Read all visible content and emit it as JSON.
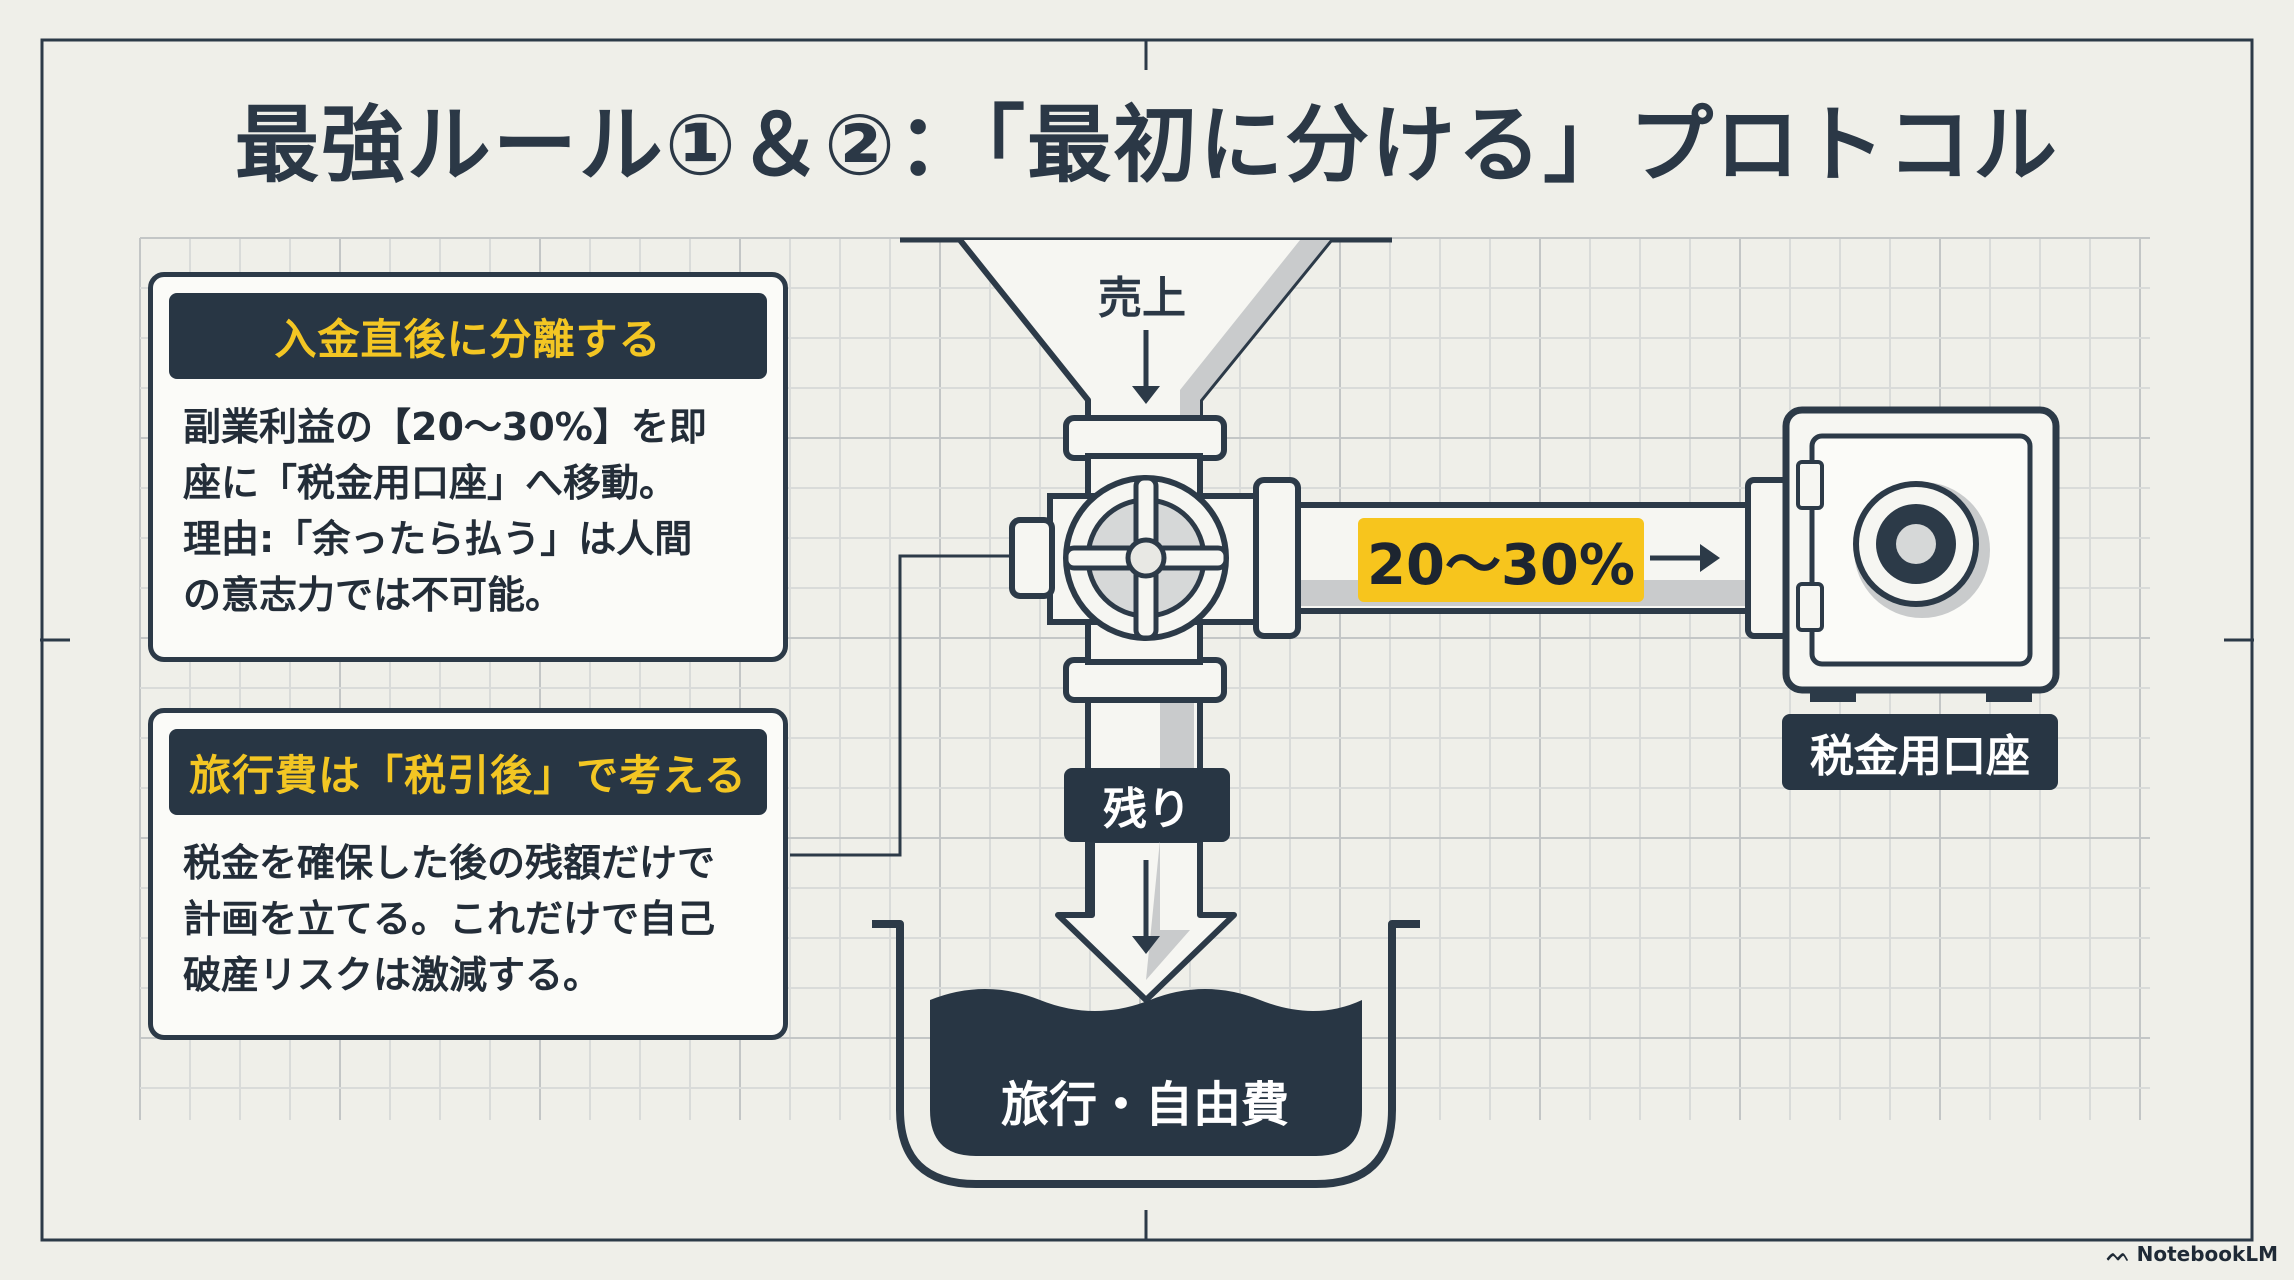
{
  "title": "最強ルール①＆②：「最初に分ける」プロトコル",
  "card1": {
    "heading": "入金直後に分離する",
    "lines": [
      "副業利益の【20〜30%】を即",
      "座に「税金用口座」へ移動。",
      "理由:「余ったら払う」は人間",
      "の意志力では不可能。"
    ]
  },
  "card2": {
    "heading": "旅行費は「税引後」で考える",
    "lines": [
      "税金を確保した後の残額だけで",
      "計画を立てる。これだけで自己",
      "破産リスクは激減する。"
    ]
  },
  "diagram": {
    "inflow_label": "売上",
    "split_label": "20〜30%",
    "remainder_label": "残り",
    "safe_label": "税金用口座",
    "pool_label": "旅行・自由費"
  },
  "colors": {
    "navy": "#283644",
    "accent_yellow": "#f7c51d",
    "background": "#efefe9"
  },
  "icons": [
    "safe-icon",
    "valve-icon",
    "funnel-icon",
    "pool-icon"
  ],
  "watermark": "NotebookLM"
}
